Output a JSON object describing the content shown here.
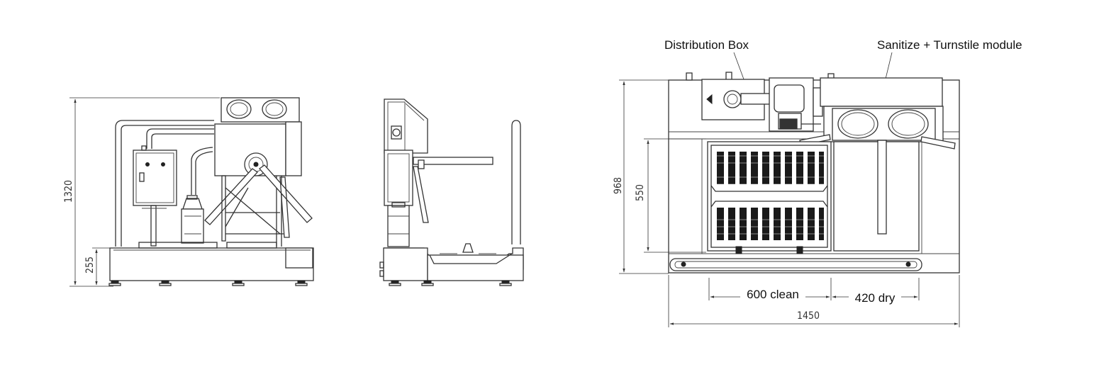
{
  "labels": {
    "distribution_box": "Distribution Box",
    "sanitize_module": "Sanitize + Turnstile module",
    "clean": "600 clean",
    "dry": "420 dry"
  },
  "dimensions": {
    "front_height": "1320",
    "front_base_height": "255",
    "top_depth": "968",
    "top_inner": "550",
    "top_width": "1450"
  }
}
